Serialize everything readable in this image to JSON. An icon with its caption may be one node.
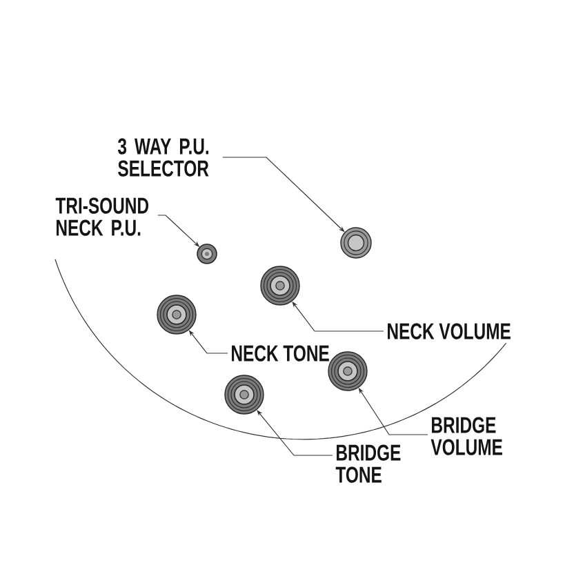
{
  "diagram": {
    "nodes": [
      {
        "text": [
          "3 WAY P.U. SELECTOR"
        ]
      },
      {
        "text": [],
        "shape": "circle"
      },
      {
        "text": [
          "TRI-SOUND NECK P.U."
        ]
      },
      {
        "text": [],
        "shape": "circle"
      },
      {
        "text": [],
        "shape": "circle"
      },
      {
        "text": [
          "NECK VOLUME"
        ]
      },
      {
        "text": [],
        "shape": "circle"
      },
      {
        "text": [
          "NECK TONE"
        ]
      },
      {
        "text": [],
        "shape": "circle"
      },
      {
        "text": [
          "BRIDGE VOLUME"
        ]
      },
      {
        "text": [],
        "shape": "circle"
      },
      {
        "text": [
          "BRIDGE TONE"
        ]
      }
    ],
    "edges": [
      {
        "from": 0,
        "to": 1,
        "arrow": "to"
      },
      {
        "from": 2,
        "to": 3,
        "arrow": "to"
      },
      {
        "from": 5,
        "to": 4,
        "arrow": "to"
      },
      {
        "from": 7,
        "to": 6,
        "arrow": "to"
      },
      {
        "from": 9,
        "to": 8,
        "arrow": "to"
      },
      {
        "from": 11,
        "to": 10,
        "arrow": "to"
      }
    ]
  }
}
